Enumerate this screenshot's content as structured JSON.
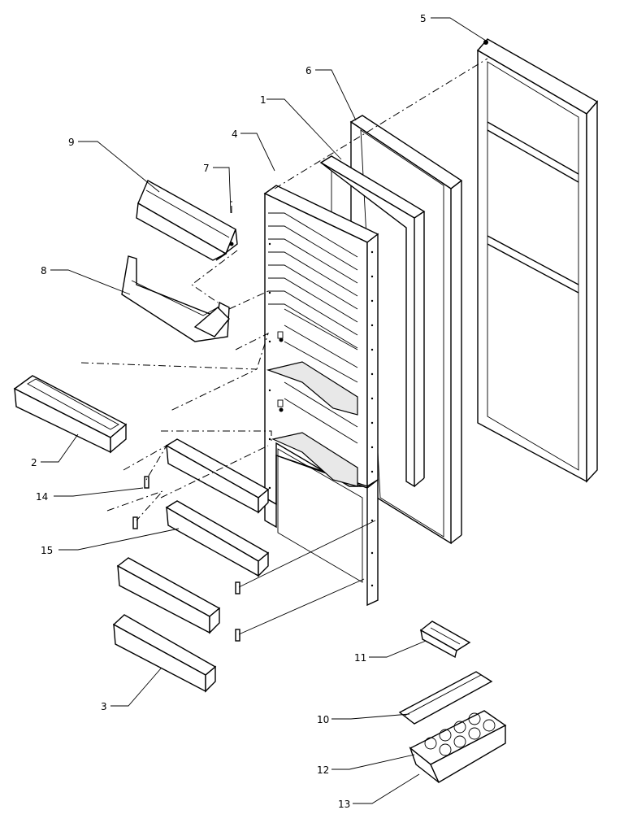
{
  "diagram": {
    "callouts": [
      {
        "id": "c1",
        "text": "1"
      },
      {
        "id": "c2",
        "text": "2"
      },
      {
        "id": "c3",
        "text": "3"
      },
      {
        "id": "c4",
        "text": "4"
      },
      {
        "id": "c5",
        "text": "5"
      },
      {
        "id": "c6",
        "text": "6"
      },
      {
        "id": "c7",
        "text": "7"
      },
      {
        "id": "c8",
        "text": "8"
      },
      {
        "id": "c9",
        "text": "9"
      },
      {
        "id": "c10",
        "text": "10"
      },
      {
        "id": "c11",
        "text": "11"
      },
      {
        "id": "c12",
        "text": "12"
      },
      {
        "id": "c13",
        "text": "13"
      },
      {
        "id": "c14",
        "text": "14"
      },
      {
        "id": "c15",
        "text": "15"
      }
    ]
  }
}
